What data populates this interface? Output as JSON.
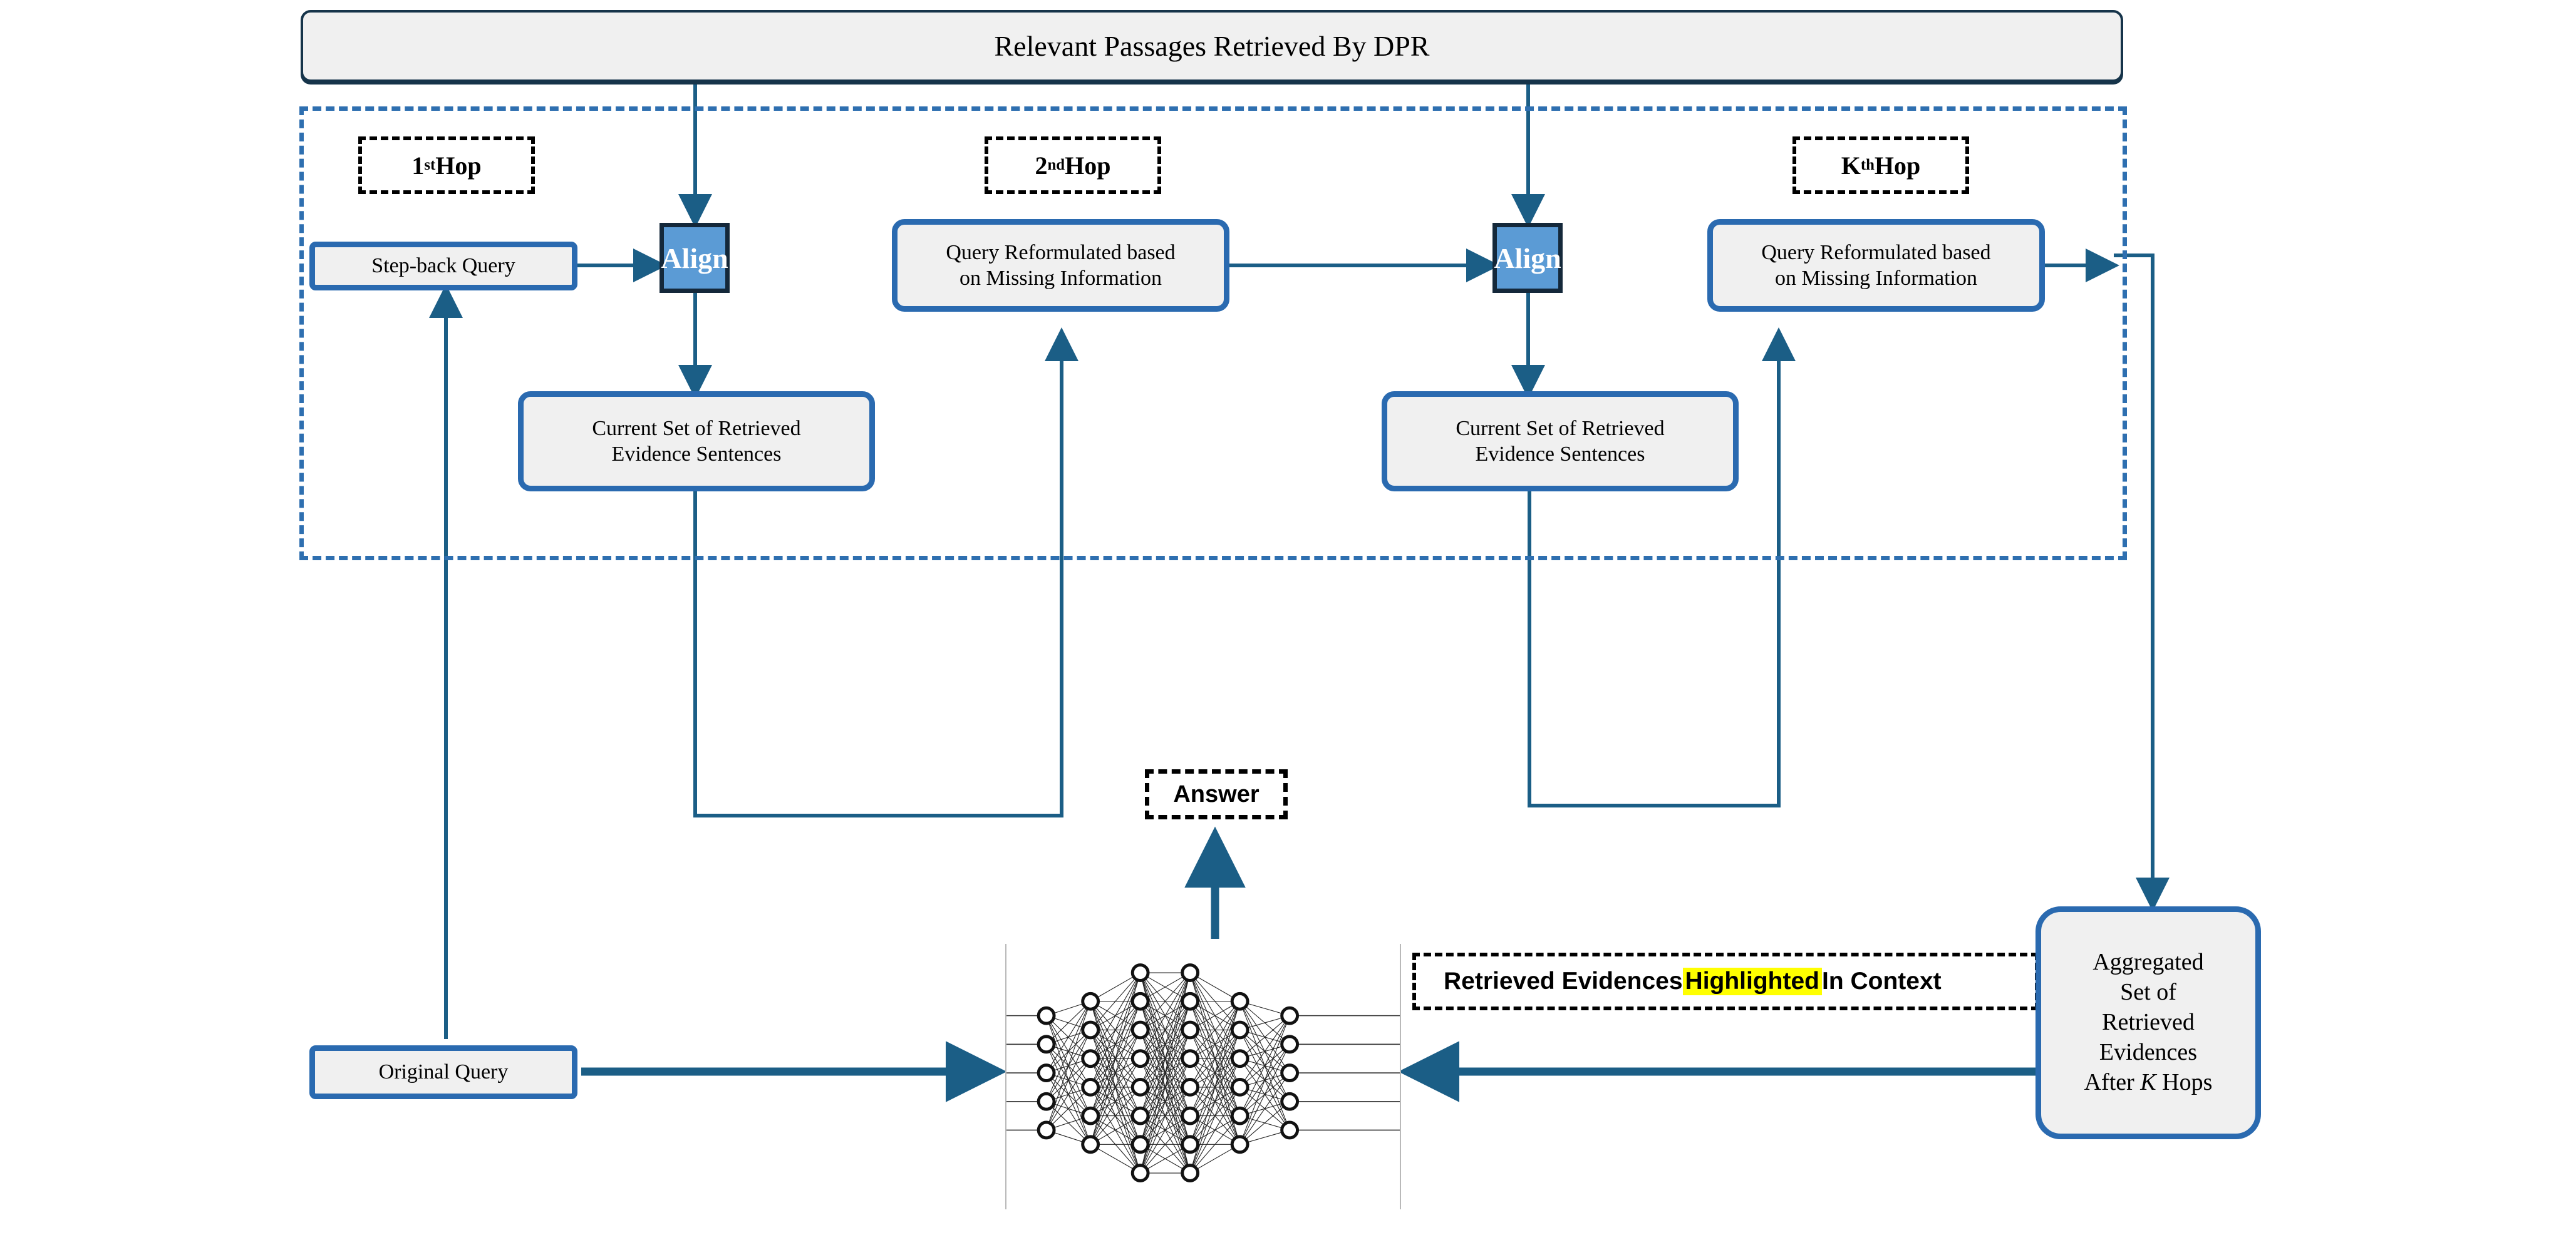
{
  "colors": {
    "accent_blue": "#2a6ab0",
    "align_fill": "#5b9bd5",
    "align_border": "#14283a",
    "arrow": "#1b5e86",
    "dashed_container": "#2e6fb0",
    "box_fill": "#f0f0f0",
    "highlight_yellow": "#ffff00",
    "banner_border": "#16344a"
  },
  "header": {
    "title": "Relevant Passages Retrieved By DPR"
  },
  "hops": [
    {
      "label_prefix": "1",
      "label_sup": "st",
      "label_suffix": " Hop",
      "query_box": "Step-back Query",
      "align_label": "Align",
      "evidence_box_line1": "Current Set of Retrieved",
      "evidence_box_line2": "Evidence Sentences"
    },
    {
      "label_prefix": "2",
      "label_sup": "nd",
      "label_suffix": " Hop",
      "query_box_line1": "Query Reformulated based",
      "query_box_line2": "on Missing Information",
      "align_label": "Align",
      "evidence_box_line1": "Current Set of Retrieved",
      "evidence_box_line2": "Evidence Sentences"
    },
    {
      "label_prefix": "K",
      "label_sup": "th",
      "label_suffix": " Hop",
      "query_box_line1": "Query Reformulated based",
      "query_box_line2": "on Missing Information"
    }
  ],
  "bottom": {
    "answer_label": "Answer",
    "original_query": "Original Query",
    "evidence_banner": {
      "part1": "Retrieved Evidences ",
      "highlighted": "Highlighted",
      "part2": " In Context"
    },
    "aggregated_box": {
      "line1": "Aggregated",
      "line2": "Set of",
      "line3": "Retrieved",
      "line4": "Evidences",
      "line5_pre": "After ",
      "line5_k": "K",
      "line5_post": " Hops"
    }
  },
  "neural_network": {
    "layer_sizes": [
      5,
      6,
      8,
      8,
      6,
      5
    ],
    "node_style": "open-circle",
    "fully_connected": true
  }
}
